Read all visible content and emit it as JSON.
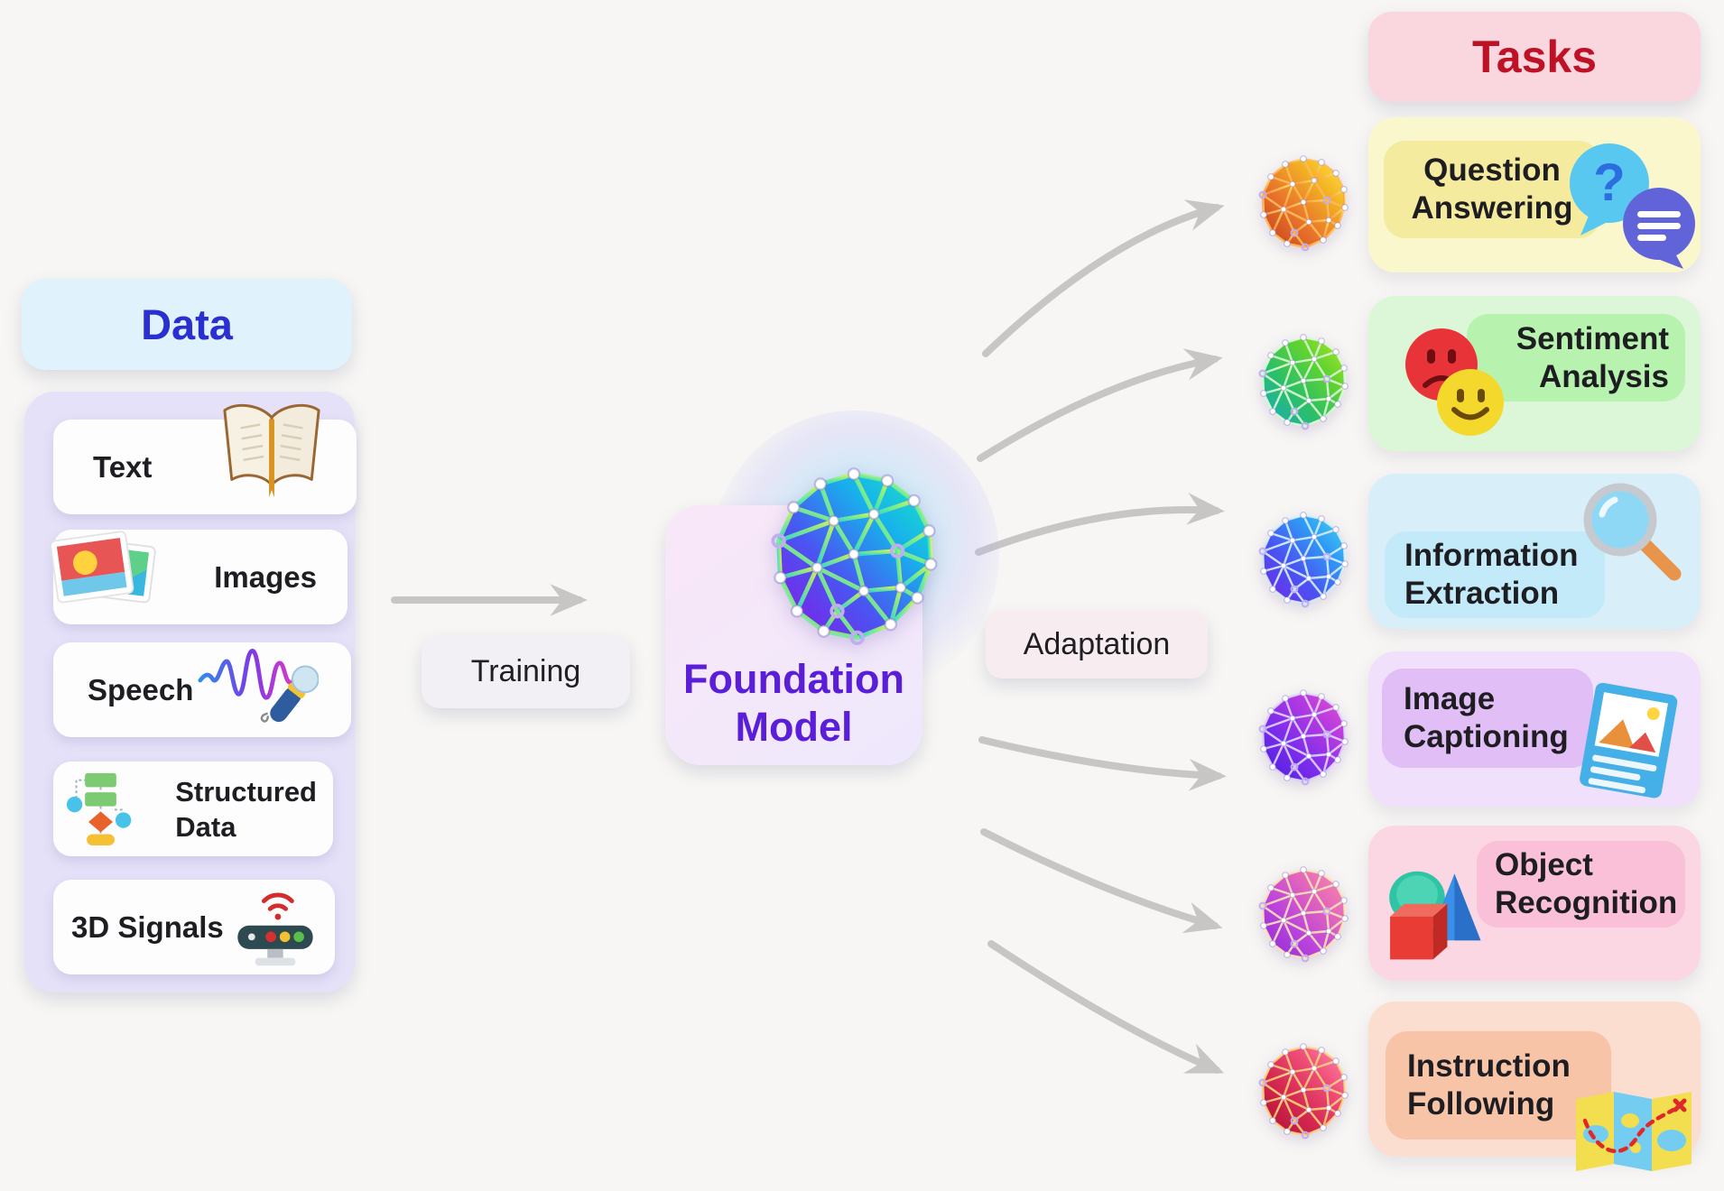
{
  "background_color": "#f7f6f4",
  "arrow_color": "#c7c6c4",
  "data_section": {
    "title": "Data",
    "title_color": "#2a2fd0",
    "header_bg": "#e0f2fc",
    "panel_bg": "#e4e1f8",
    "items": [
      {
        "label": "Text",
        "icon": "book-icon"
      },
      {
        "label": "Images",
        "icon": "photos-icon"
      },
      {
        "label": "Speech",
        "icon": "microphone-waveform-icon"
      },
      {
        "label_line1": "Structured",
        "label_line2": "Data",
        "icon": "flowchart-icon"
      },
      {
        "label": "3D Signals",
        "icon": "depth-sensor-icon"
      }
    ]
  },
  "pipeline": {
    "training_label": "Training",
    "adaptation_label": "Adaptation",
    "model_title_line1": "Foundation",
    "model_title_line2": "Model",
    "model_title_color": "#5a1ed8"
  },
  "tasks_section": {
    "title": "Tasks",
    "title_color": "#bf1126",
    "header_bg": "#fad7df",
    "tasks": [
      {
        "line1": "Question",
        "line2": "Answering",
        "icon": "chat-bubbles-icon",
        "outer_bg": "#faf7cd",
        "inner_bg": "#f5eb9e"
      },
      {
        "line1": "Sentiment",
        "line2": "Analysis",
        "icon": "emoji-faces-icon",
        "outer_bg": "#dcf7d8",
        "inner_bg": "#b7f2af"
      },
      {
        "line1": "Information",
        "line2": "Extraction",
        "icon": "magnifier-icon",
        "outer_bg": "#d8effa",
        "inner_bg": "#c3eaf8"
      },
      {
        "line1": "Image",
        "line2": "Captioning",
        "icon": "captioned-photo-icon",
        "outer_bg": "#f1e0fb",
        "inner_bg": "#e2bef7"
      },
      {
        "line1": "Object",
        "line2": "Recognition",
        "icon": "geometric-shapes-icon",
        "outer_bg": "#fbd7e4",
        "inner_bg": "#f9c0d8"
      },
      {
        "line1": "Instruction",
        "line2": "Following",
        "icon": "map-icon",
        "outer_bg": "#fbded0",
        "inner_bg": "#f8c4a8"
      }
    ]
  },
  "spheres": [
    {
      "target": "fm",
      "fill": [
        "#8a14e6",
        "#4a55f2",
        "#17b2ec",
        "#1ce8bc"
      ],
      "edge": [
        "#2fe0cc",
        "#7ef08a",
        "#e6f54e"
      ],
      "ew": 2.6
    },
    {
      "target": "task-0",
      "fill": [
        "#c23a1c",
        "#e8742c",
        "#f2b224",
        "#ffe93e"
      ],
      "edge": [
        "#ff9440",
        "#ffe070"
      ],
      "ew": 2.4
    },
    {
      "target": "task-1",
      "fill": [
        "#18aac0",
        "#2cbf66",
        "#63d42e",
        "#b4e629"
      ],
      "edge": [
        "#c6f5d6",
        "#eeffd2"
      ],
      "ew": 2.4
    },
    {
      "target": "task-2",
      "fill": [
        "#7226e8",
        "#4b52f2",
        "#2f9af5",
        "#49d8f0"
      ],
      "edge": [
        "#c2e8fa",
        "#e2f6ff"
      ],
      "ew": 2.4
    },
    {
      "target": "task-3",
      "fill": [
        "#4a1ede",
        "#7c2ceb",
        "#b63ae0",
        "#ea52cc"
      ],
      "edge": [
        "#ccd2ff",
        "#efd6ff"
      ],
      "ew": 2.4
    },
    {
      "target": "task-4",
      "fill": [
        "#8c2ad4",
        "#bc44dc",
        "#e668b8",
        "#f890b0"
      ],
      "edge": [
        "#ffd8a6",
        "#ffeec8"
      ],
      "ew": 2.4
    },
    {
      "target": "task-5",
      "fill": [
        "#ad1030",
        "#d42850",
        "#f0507c",
        "#ff8fb0"
      ],
      "edge": [
        "#ffbe5c",
        "#ffe49c"
      ],
      "ew": 2.4
    }
  ]
}
